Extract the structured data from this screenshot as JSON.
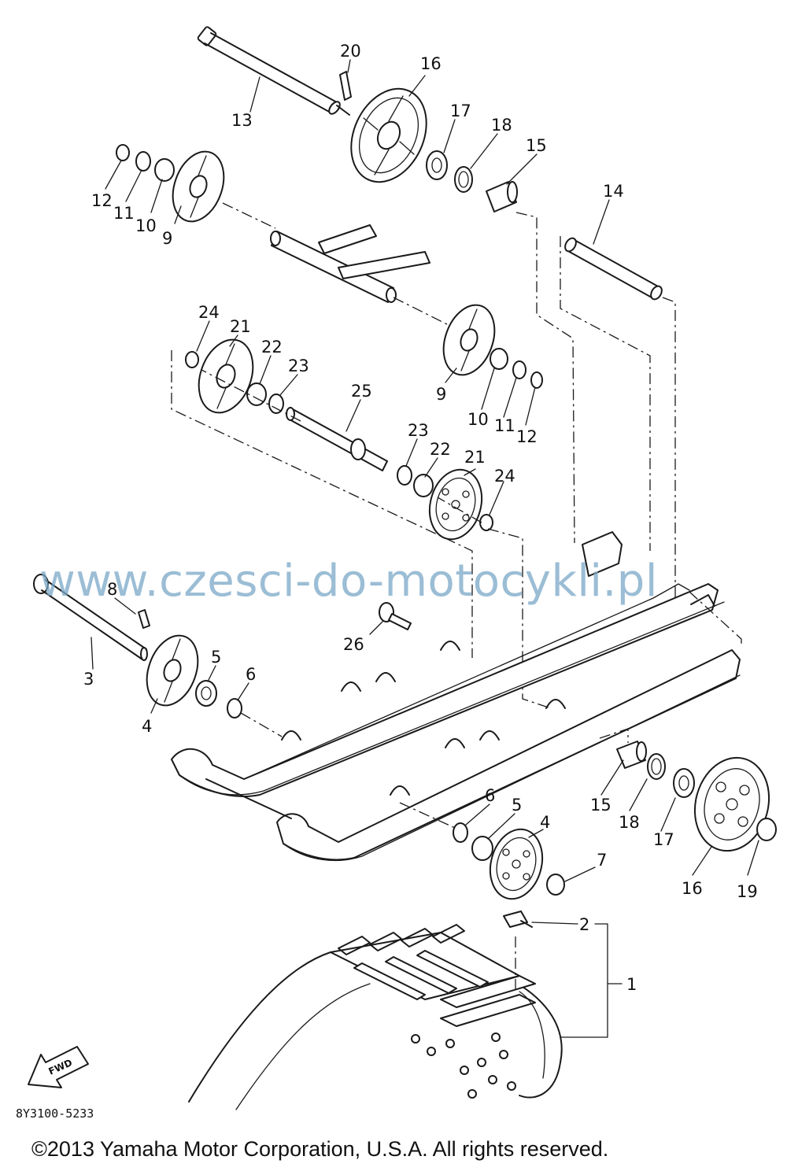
{
  "callouts": [
    {
      "id": "c20",
      "text": "20"
    },
    {
      "id": "c16a",
      "text": "16"
    },
    {
      "id": "c13",
      "text": "13"
    },
    {
      "id": "c17a",
      "text": "17"
    },
    {
      "id": "c18a",
      "text": "18"
    },
    {
      "id": "c15a",
      "text": "15"
    },
    {
      "id": "c14",
      "text": "14"
    },
    {
      "id": "c12a",
      "text": "12"
    },
    {
      "id": "c11a",
      "text": "11"
    },
    {
      "id": "c10a",
      "text": "10"
    },
    {
      "id": "c9a",
      "text": "9"
    },
    {
      "id": "c24a",
      "text": "24"
    },
    {
      "id": "c21a",
      "text": "21"
    },
    {
      "id": "c22a",
      "text": "22"
    },
    {
      "id": "c23a",
      "text": "23"
    },
    {
      "id": "c25",
      "text": "25"
    },
    {
      "id": "c9b",
      "text": "9"
    },
    {
      "id": "c10b",
      "text": "10"
    },
    {
      "id": "c11b",
      "text": "11"
    },
    {
      "id": "c12b",
      "text": "12"
    },
    {
      "id": "c23b",
      "text": "23"
    },
    {
      "id": "c22b",
      "text": "22"
    },
    {
      "id": "c21b",
      "text": "21"
    },
    {
      "id": "c24b",
      "text": "24"
    },
    {
      "id": "c8",
      "text": "8"
    },
    {
      "id": "c26",
      "text": "26"
    },
    {
      "id": "c3",
      "text": "3"
    },
    {
      "id": "c5a",
      "text": "5"
    },
    {
      "id": "c6a",
      "text": "6"
    },
    {
      "id": "c4a",
      "text": "4"
    },
    {
      "id": "c6b",
      "text": "6"
    },
    {
      "id": "c5b",
      "text": "5"
    },
    {
      "id": "c4b",
      "text": "4"
    },
    {
      "id": "c15b",
      "text": "15"
    },
    {
      "id": "c18b",
      "text": "18"
    },
    {
      "id": "c17b",
      "text": "17"
    },
    {
      "id": "c16b",
      "text": "16"
    },
    {
      "id": "c19",
      "text": "19"
    },
    {
      "id": "c7",
      "text": "7"
    },
    {
      "id": "c2",
      "text": "2"
    },
    {
      "id": "c1",
      "text": "1"
    }
  ],
  "fwd_label": "FWD",
  "watermark": "www.czesci-do-motocykli.pl",
  "doc_code": "8Y3100-5233",
  "copyright": "©2013 Yamaha Motor Corporation, U.S.A. All rights reserved."
}
